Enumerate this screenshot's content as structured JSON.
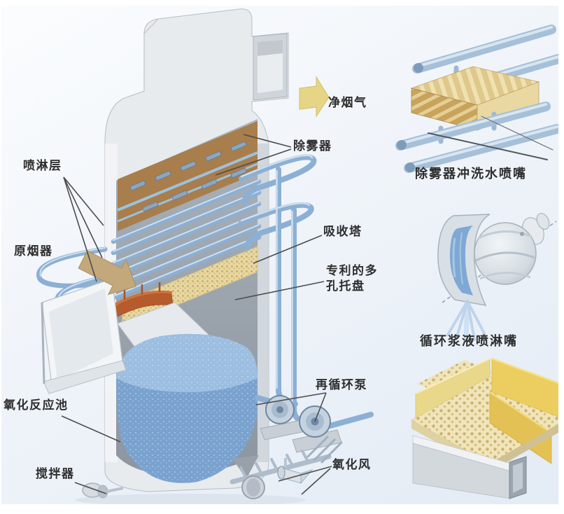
{
  "labels": {
    "spray_layer": "喷淋层",
    "raw_flue_gas": "原烟器",
    "oxidation_pool": "氧化反应池",
    "agitator": "搅拌器",
    "clean_flue_gas": "净烟气",
    "mist_eliminator": "除雾器",
    "absorption_tower": "吸收塔",
    "perforated_tray_line1": "专利的多",
    "perforated_tray_line2": "孔托盘",
    "recirculation_pump": "再循环泵",
    "oxidation_air": "氧化风"
  },
  "captions": {
    "mist_eliminator_wash_nozzle": "除雾器冲洗水喷嘴",
    "slurry_spray_nozzle": "循环浆液喷淋嘴"
  },
  "colors": {
    "background_top": "#fbfdfe",
    "background_bottom": "#e3ebf5",
    "tower_body": "#e8ebee",
    "tower_interior": "#98a1aa",
    "mist_eliminator_band": "#a87e4c",
    "spray_pipe": "#8cb0d4",
    "tray_yellow": "#e7d7a0",
    "slurry_liquid": "#7aa2cf",
    "inlet_awning": "#b65c2c",
    "clean_gas_arrow": "#e6d584",
    "raw_gas_arrow": "#c3a87c",
    "label_text": "#2e2e2e",
    "leader_line": "#4d4d4d"
  }
}
